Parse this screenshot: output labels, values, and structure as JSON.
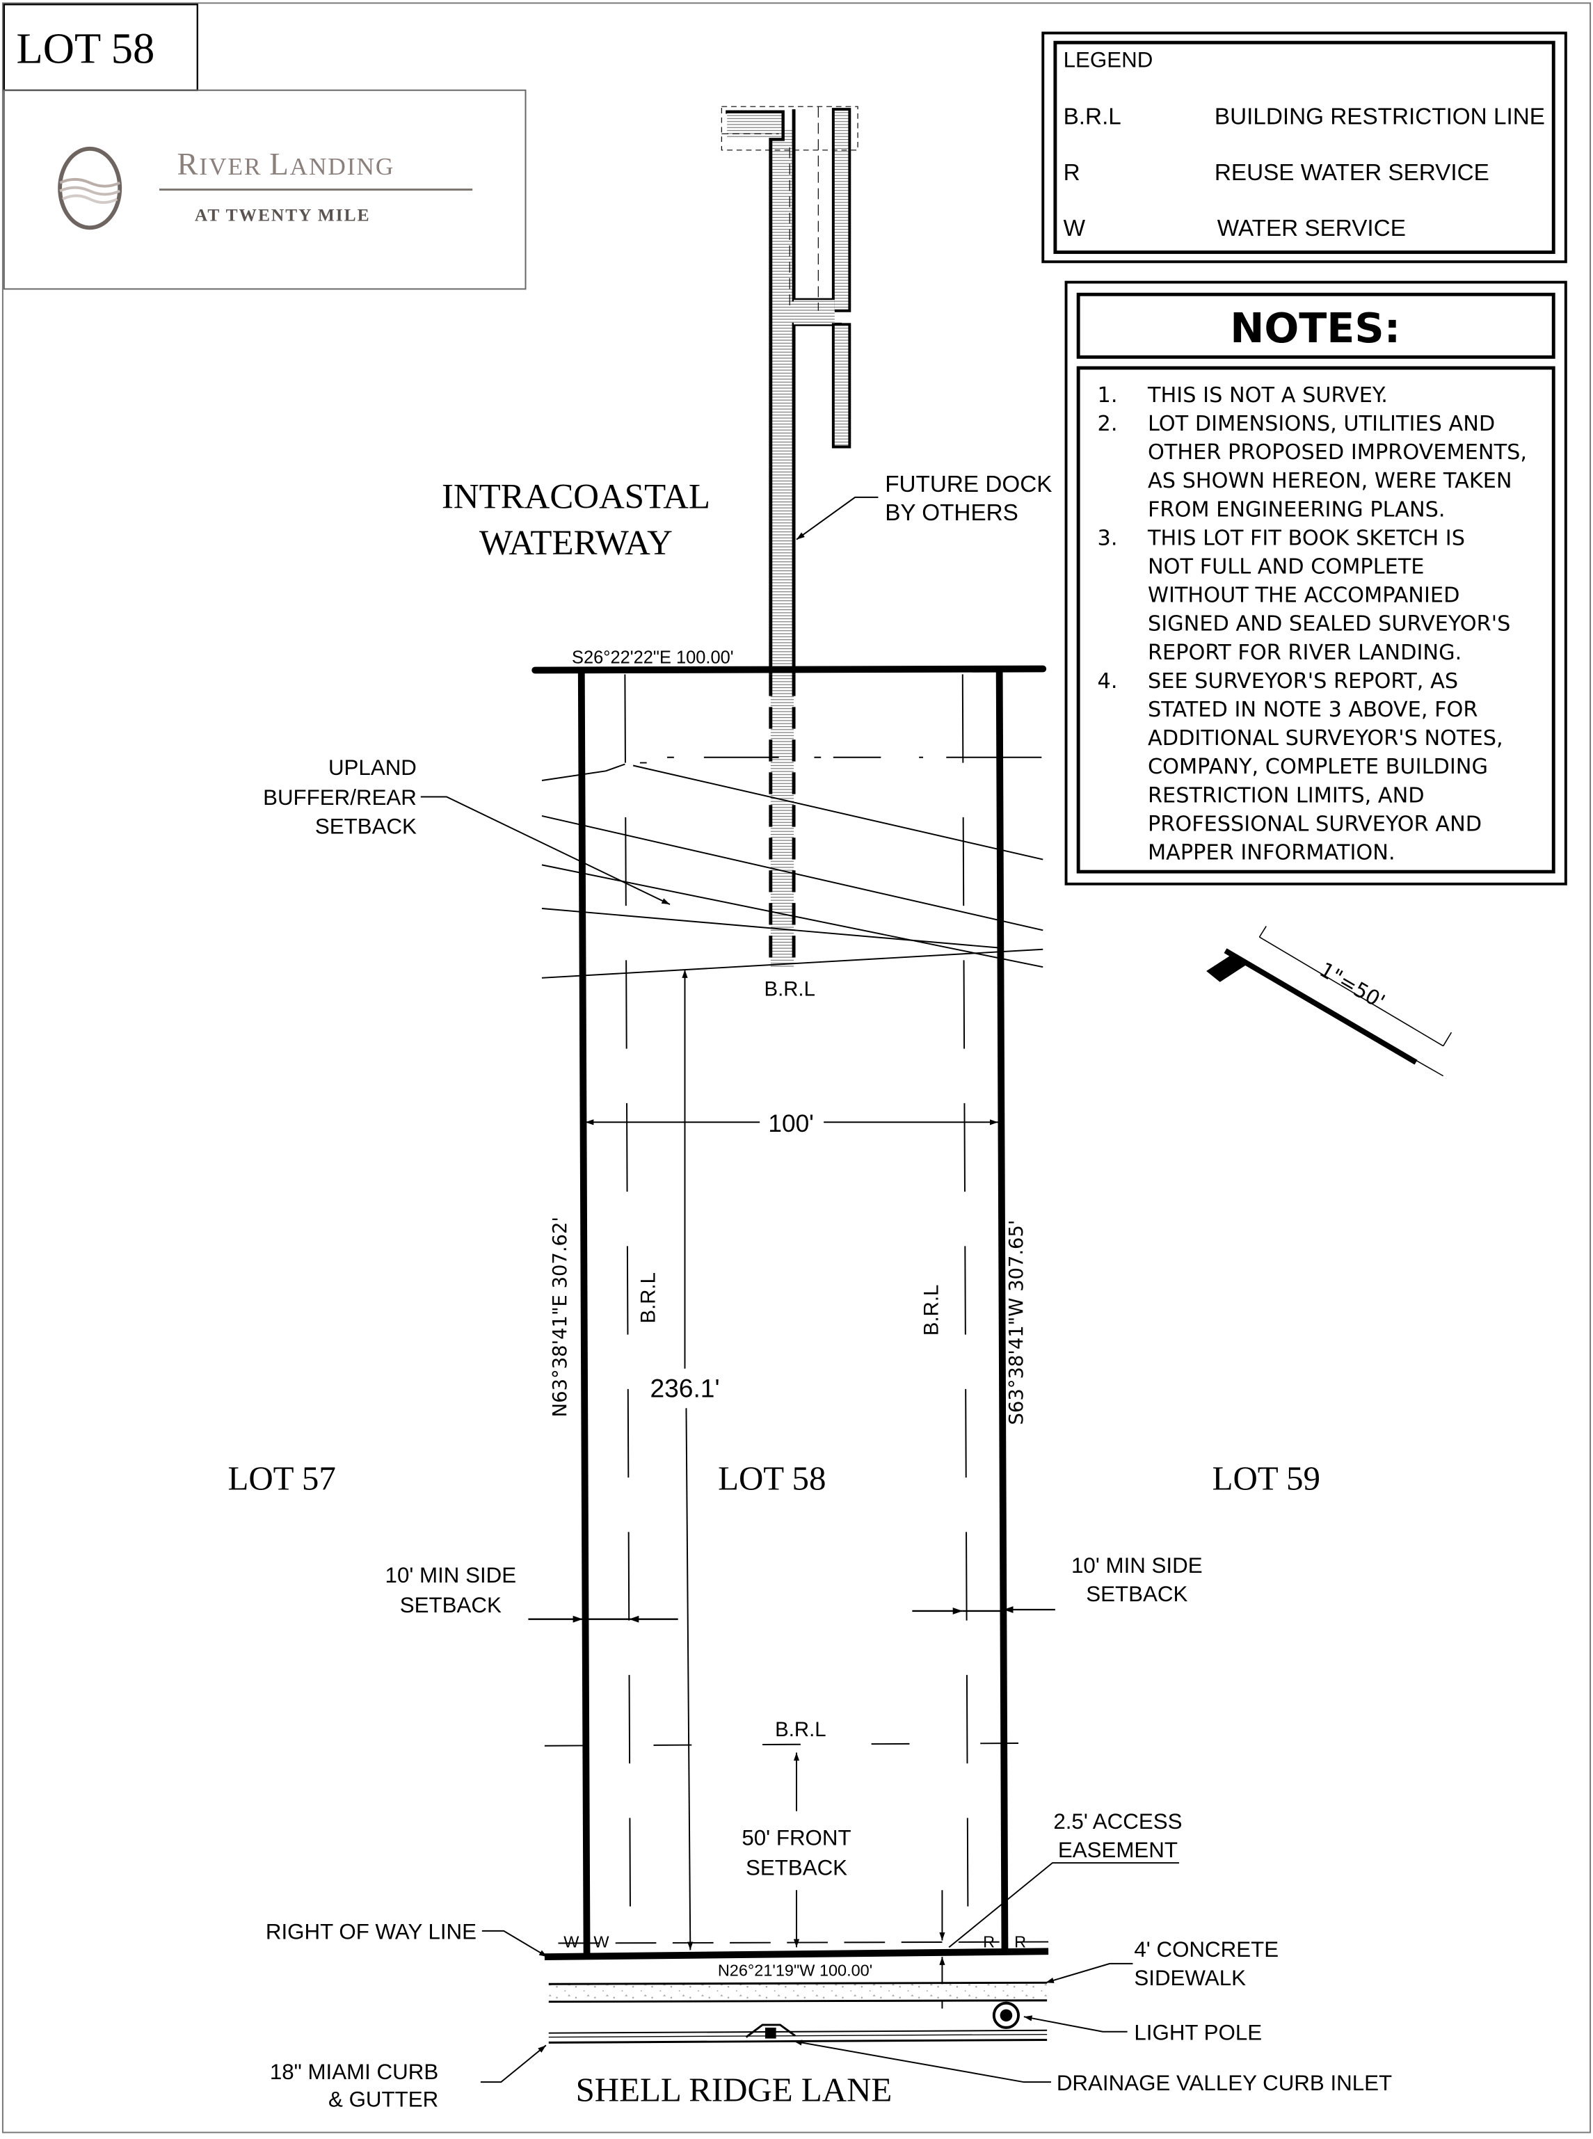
{
  "title_block": {
    "lot_label": "LOT 58"
  },
  "logo": {
    "name": "RIVER LANDING",
    "name_first": "R",
    "name_rest_1": "IVER ",
    "name_second": "L",
    "name_rest_2": "ANDING",
    "subtitle": "AT TWENTY MILE",
    "icon": "river-oval-logo-icon",
    "color": "#8a7f7a"
  },
  "legend": {
    "title": "LEGEND",
    "items": [
      {
        "symbol": "B.R.L",
        "meaning": "BUILDING RESTRICTION LINE"
      },
      {
        "symbol": "R",
        "meaning": "REUSE WATER SERVICE"
      },
      {
        "symbol": "W",
        "meaning": "WATER SERVICE"
      }
    ]
  },
  "notes": {
    "title": "NOTES:",
    "lines": [
      {
        "num": "1.",
        "text": "THIS IS NOT A SURVEY."
      },
      {
        "num": "2.",
        "text": "LOT DIMENSIONS, UTILITIES AND"
      },
      {
        "num": "",
        "text": "OTHER PROPOSED IMPROVEMENTS,"
      },
      {
        "num": "",
        "text": "AS SHOWN HEREON, WERE TAKEN"
      },
      {
        "num": "",
        "text": "FROM ENGINEERING PLANS."
      },
      {
        "num": "3.",
        "text": "THIS LOT FIT BOOK SKETCH IS"
      },
      {
        "num": "",
        "text": "NOT FULL AND COMPLETE"
      },
      {
        "num": "",
        "text": "WITHOUT THE ACCOMPANIED"
      },
      {
        "num": "",
        "text": "SIGNED AND SEALED SURVEYOR'S"
      },
      {
        "num": "",
        "text": "REPORT FOR RIVER LANDING."
      },
      {
        "num": "4.",
        "text": "SEE SURVEYOR'S REPORT, AS"
      },
      {
        "num": "",
        "text": "STATED IN NOTE 3 ABOVE, FOR"
      },
      {
        "num": "",
        "text": "ADDITIONAL SURVEYOR'S NOTES,"
      },
      {
        "num": "",
        "text": "COMPANY, COMPLETE BUILDING"
      },
      {
        "num": "",
        "text": "RESTRICTION LIMITS, AND"
      },
      {
        "num": "",
        "text": "PROFESSIONAL SURVEYOR AND"
      },
      {
        "num": "",
        "text": "MAPPER INFORMATION."
      }
    ]
  },
  "scale": {
    "label": "1\"=50'",
    "icon": "scale-bar-icon"
  },
  "plan": {
    "waterway": [
      "INTRACOASTAL",
      "WATERWAY"
    ],
    "dock_label": [
      "FUTURE DOCK",
      "BY OTHERS"
    ],
    "rear_bearing": "S26°22'22\"E 100.00'",
    "upland_label": [
      "UPLAND",
      "BUFFER/REAR",
      "SETBACK"
    ],
    "brl": "B.R.L",
    "width_dim": "100'",
    "depth_dim": "236.1'",
    "left_bearing": "N63°38'41\"E 307.62'",
    "right_bearing": "S63°38'41\"W 307.65'",
    "lots": {
      "left": "LOT 57",
      "center": "LOT 58",
      "right": "LOT 59"
    },
    "side_setback": [
      "10' MIN SIDE",
      "SETBACK"
    ],
    "front_setback": [
      "50' FRONT",
      "SETBACK"
    ],
    "access_easement": [
      "2.5' ACCESS",
      "EASEMENT"
    ],
    "row_label": "RIGHT OF WAY LINE",
    "water_symbol": "W",
    "reuse_symbol": "R",
    "front_bearing": "N26°21'19\"W 100.00'",
    "sidewalk": [
      "4' CONCRETE",
      "SIDEWALK"
    ],
    "light_pole": "LIGHT POLE",
    "curb": [
      "18\" MIAMI CURB",
      "& GUTTER"
    ],
    "street": "SHELL RIDGE LANE",
    "inlet": "DRAINAGE VALLEY CURB INLET"
  }
}
